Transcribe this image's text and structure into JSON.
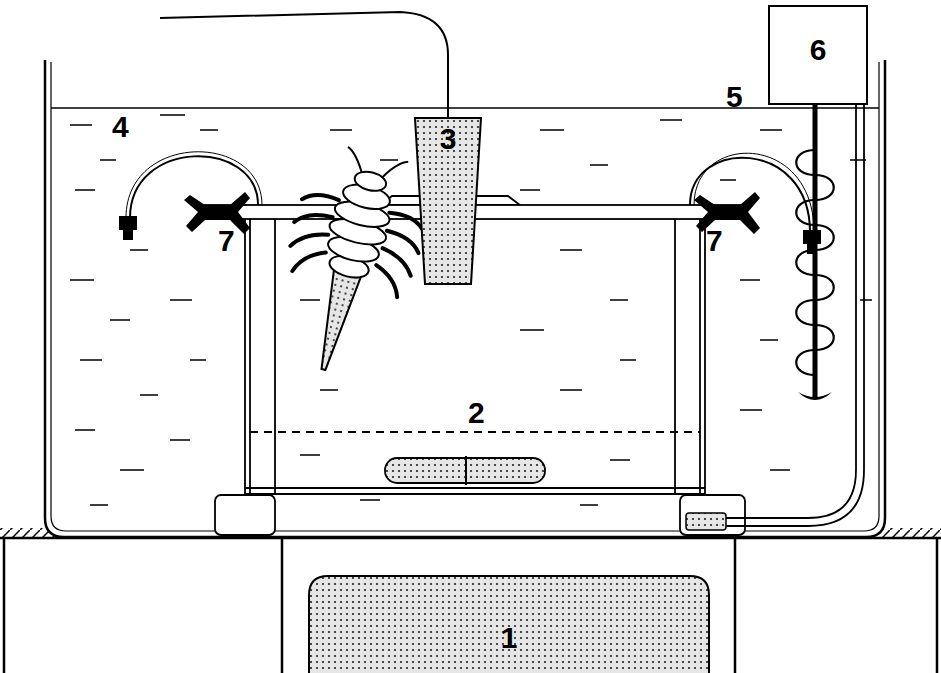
{
  "diagram": {
    "nodes": [
      {
        "text": [
          "6"
        ]
      },
      {
        "text": [
          "3"
        ]
      },
      {
        "text": [
          "1"
        ]
      }
    ],
    "labels": [
      "5",
      "4",
      "7",
      "7",
      "2"
    ]
  }
}
